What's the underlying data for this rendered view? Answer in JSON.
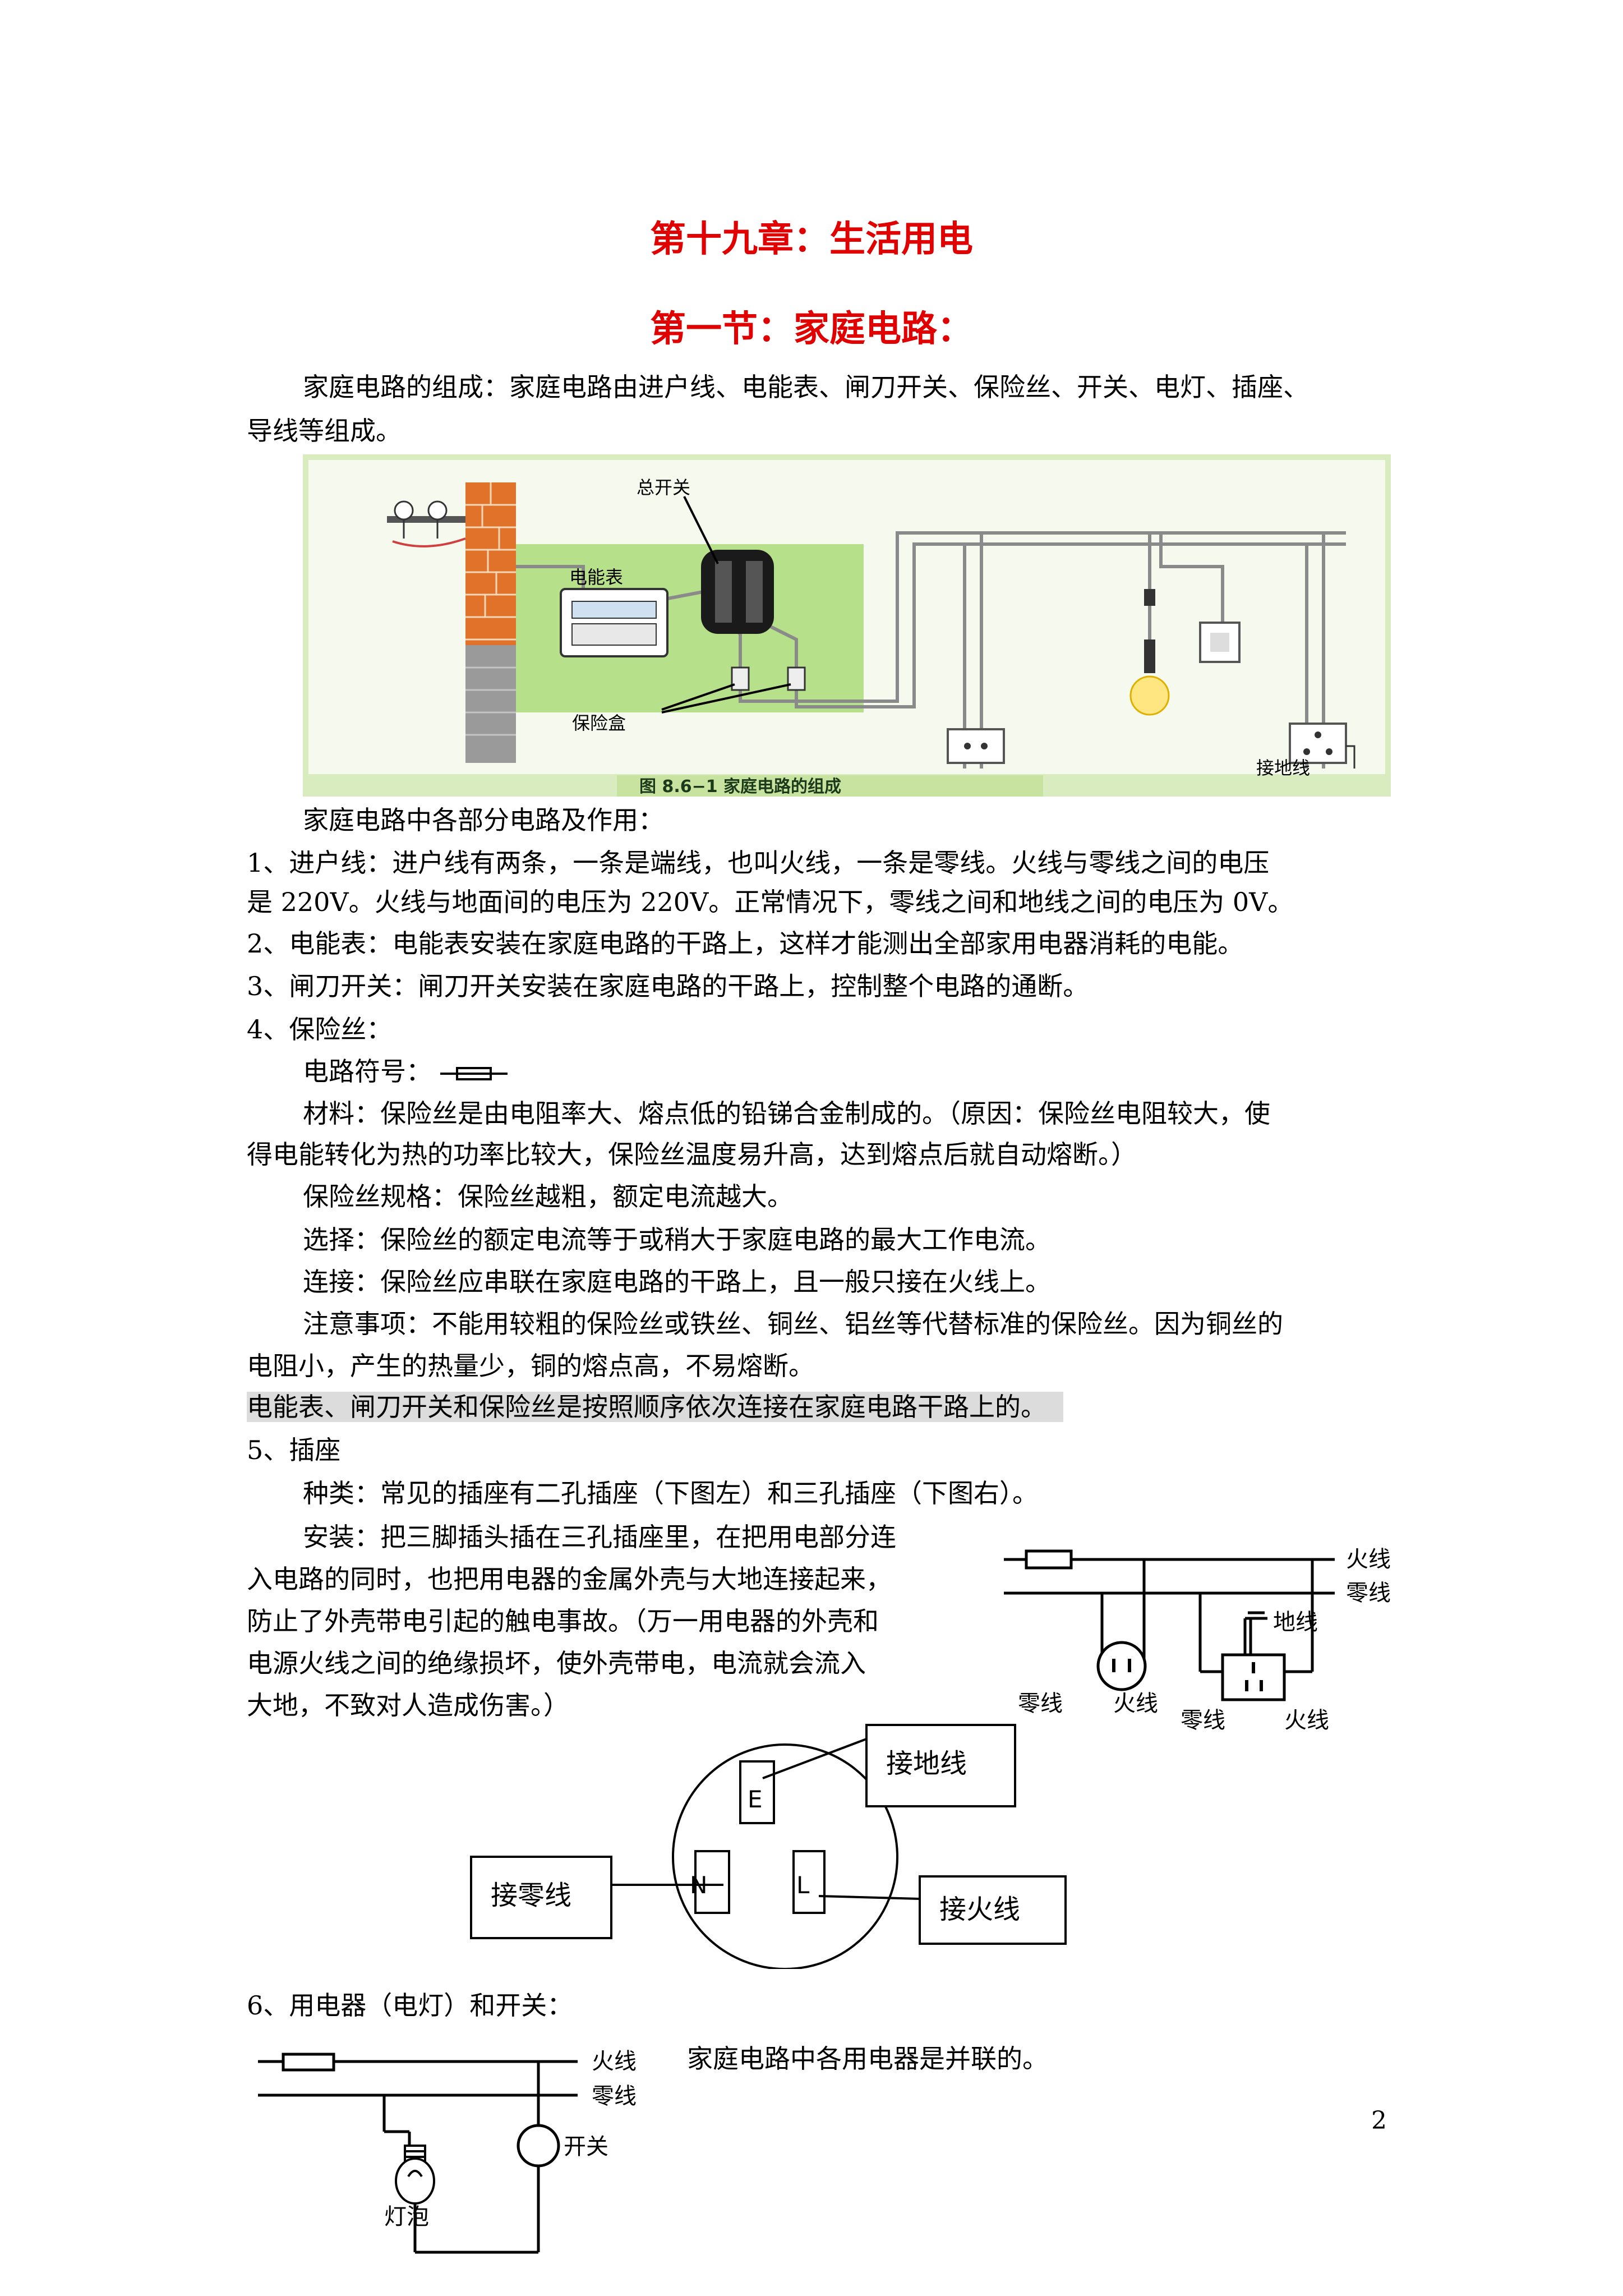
{
  "chapter_title": "第十九章：生活用电",
  "section_title": "第一节：家庭电路：",
  "intro": {
    "line1": "家庭电路的组成：家庭电路由进户线、电能表、闸刀开关、保险丝、开关、电灯、插座、",
    "line2": "导线等组成。"
  },
  "figure1": {
    "labels": {
      "main_switch": "总开关",
      "meter": "电能表",
      "fuse_box": "保险盒",
      "ground": "接地线"
    },
    "caption": "图 8.6−1  家庭电路的组成"
  },
  "parts_heading": "家庭电路中各部分电路及作用：",
  "item1": {
    "line1": "1、进户线：进户线有两条，一条是端线，也叫火线，一条是零线。火线与零线之间的电压",
    "line2": "是 220V。火线与地面间的电压为 220V。正常情况下，零线之间和地线之间的电压为 0V。"
  },
  "item2": "2、电能表：电能表安装在家庭电路的干路上，这样才能测出全部家用电器消耗的电能。",
  "item3": "3、闸刀开关：闸刀开关安装在家庭电路的干路上，控制整个电路的通断。",
  "item4": {
    "heading": "4、保险丝：",
    "symbol": "电路符号：",
    "material1": "材料：保险丝是由电阻率大、熔点低的铅锑合金制成的。（原因：保险丝电阻较大，使",
    "material2": "得电能转化为热的功率比较大，保险丝温度易升高，达到熔点后就自动熔断。）",
    "spec": "保险丝规格：保险丝越粗，额定电流越大。",
    "choice": "选择：保险丝的额定电流等于或稍大于家庭电路的最大工作电流。",
    "connect": "连接：保险丝应串联在家庭电路的干路上，且一般只接在火线上。",
    "note1": "注意事项：不能用较粗的保险丝或铁丝、铜丝、铝丝等代替标准的保险丝。因为铜丝的",
    "note2": "电阻小，产生的热量少，铜的熔点高，不易熔断。",
    "highlight": "电能表、闸刀开关和保险丝是按照顺序依次连接在家庭电路干路上的。"
  },
  "item5": {
    "heading": "5、插座",
    "types": "种类：常见的插座有二孔插座（下图左）和三孔插座（下图右）。",
    "install1": "安装：把三脚插头插在三孔插座里，在把用电部分连",
    "install2": "入电路的同时，也把用电器的金属外壳与大地连接起来，",
    "install3": "防止了外壳带电引起的触电事故。（万一用电器的外壳和",
    "install4": "电源火线之间的绝缘损坏，使外壳带电，电流就会流入",
    "install5": "大地，不致对人造成伤害。）"
  },
  "socket_diagram": {
    "live": "火线",
    "neutral": "零线",
    "earth": "地线",
    "two_hole_neutral": "零线",
    "two_hole_live": "火线",
    "three_hole_neutral": "零线",
    "three_hole_live": "火线"
  },
  "plug_diagram": {
    "earth_box": "接地线",
    "neutral_box": "接零线",
    "live_box": "接火线",
    "pin_e": "E",
    "pin_n": "N",
    "pin_l": "L"
  },
  "item6": {
    "heading": "6、用电器（电灯）和开关：",
    "parallel": "家庭电路中各用电器是并联的。"
  },
  "lamp_diagram": {
    "live": "火线",
    "neutral": "零线",
    "switch": "开关",
    "bulb": "灯泡"
  },
  "page_number": "2"
}
